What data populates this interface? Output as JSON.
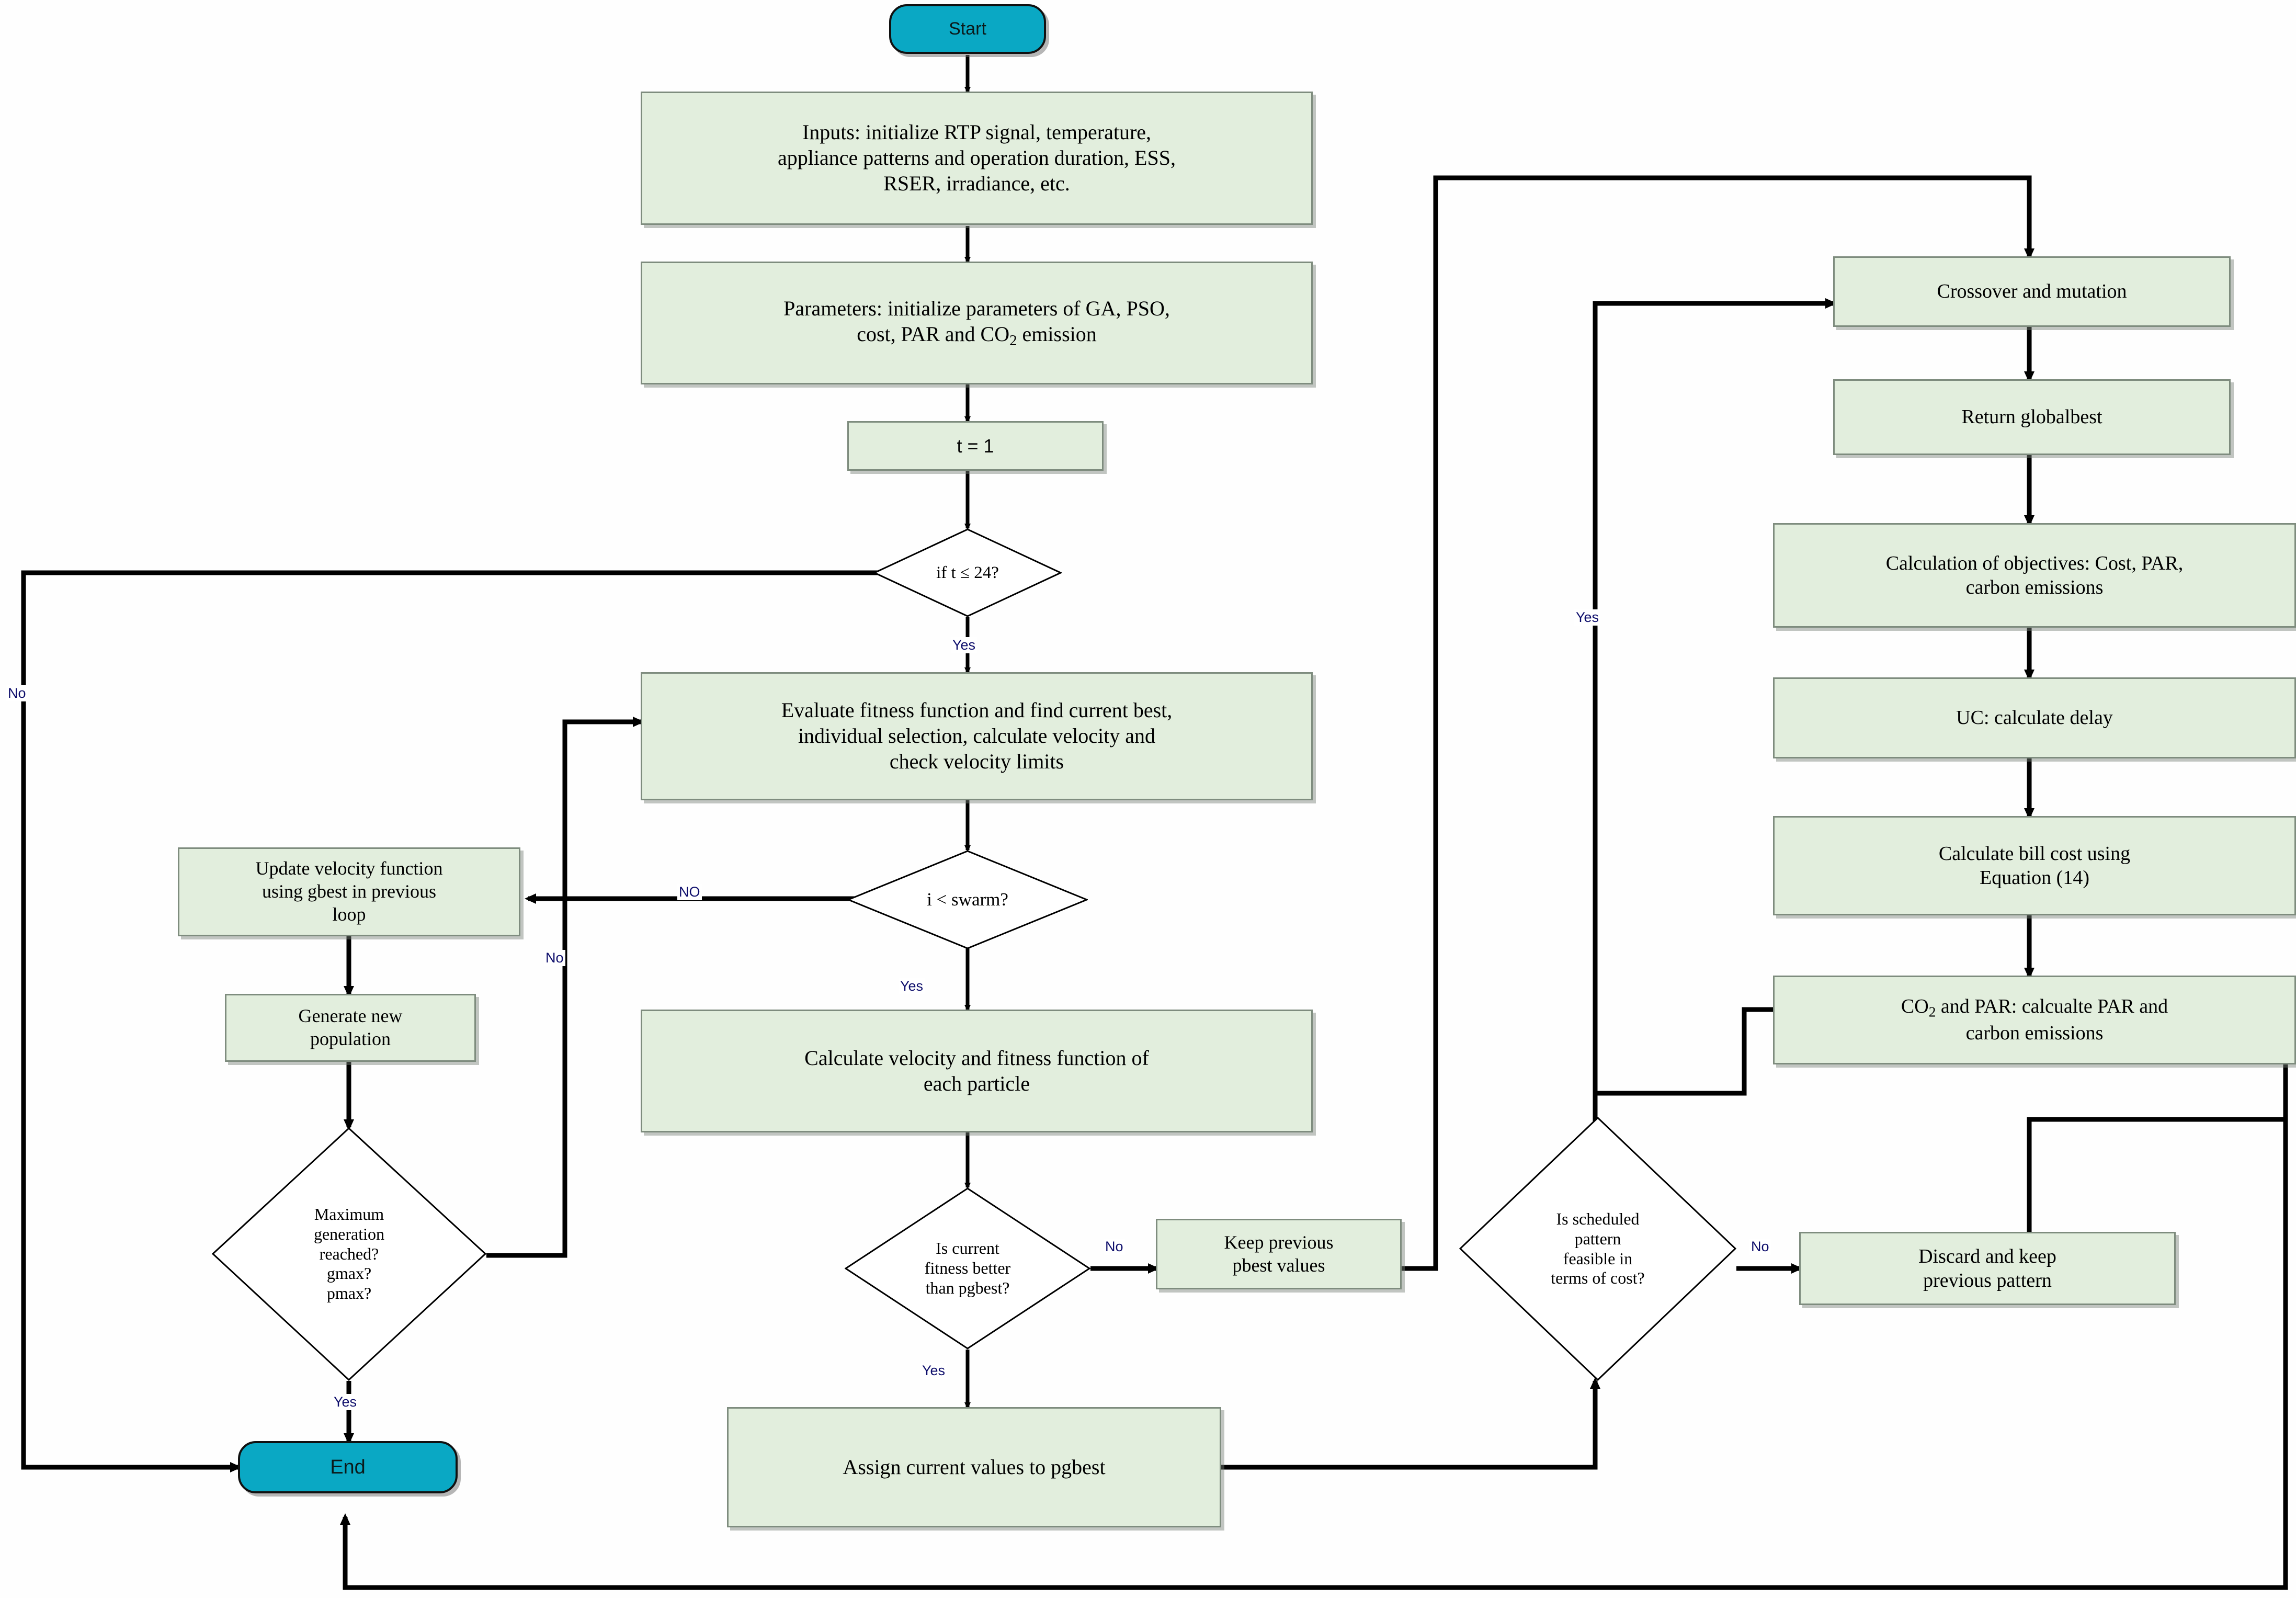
{
  "diagram": {
    "title": "Hybrid GA-PSO home energy management scheduling flowchart",
    "colors": {
      "process_fill": "#e2eedd",
      "process_border": "#7e8c7e",
      "terminator_fill": "#0aa8c4",
      "terminator_border": "#111111",
      "edge_label": "#0d0d6b",
      "line": "#000000",
      "background": "#ffffff"
    }
  },
  "nodes": {
    "start": {
      "label": "Start",
      "shape": "terminator"
    },
    "inputs": {
      "line1": "Inputs: initialize RTP signal, temperature,",
      "line2": "appliance patterns and operation duration, ESS,",
      "line3": "RSER, irradiance, etc.",
      "shape": "process"
    },
    "parameters": {
      "line1": "Parameters: initialize parameters of GA, PSO,",
      "line2_a": "cost, PAR and CO",
      "line2_sub": "2",
      "line2_b": " emission",
      "shape": "process"
    },
    "t_init": {
      "label": "t = 1",
      "shape": "process"
    },
    "if_t": {
      "label": "if t ≤ 24?",
      "shape": "decision"
    },
    "evaluate": {
      "line1": "Evaluate fitness function and find current best,",
      "line2": "individual selection, calculate velocity and",
      "line3": "check velocity limits",
      "shape": "process"
    },
    "i_swarm": {
      "label": "i < swarm?",
      "shape": "decision"
    },
    "update_velocity": {
      "line1": "Update velocity function",
      "line2": "using gbest in previous",
      "line3": "loop",
      "shape": "process"
    },
    "generate_pop": {
      "line1": "Generate new",
      "line2": "population",
      "shape": "process"
    },
    "max_gen": {
      "line1": "Maximum",
      "line2": "generation",
      "line3": "reached?",
      "line4": "gmax?",
      "line5": "pmax?",
      "shape": "decision"
    },
    "end": {
      "label": "End",
      "shape": "terminator"
    },
    "calc_velocity": {
      "line1": "Calculate velocity and fitness function of",
      "line2": "each particle",
      "shape": "process"
    },
    "fitness_better": {
      "line1": "Is current",
      "line2": "fitness better",
      "line3": "than pgbest?",
      "shape": "decision"
    },
    "keep_pbest": {
      "line1": "Keep previous",
      "line2": "pbest values",
      "shape": "process"
    },
    "assign_pgbest": {
      "label": "Assign current values to pgbest",
      "shape": "process"
    },
    "crossover": {
      "label": "Crossover and mutation",
      "shape": "process"
    },
    "return_global": {
      "label": "Return globalbest",
      "shape": "process"
    },
    "calc_objectives": {
      "line1": "Calculation of objectives: Cost, PAR,",
      "line2": "carbon emissions",
      "shape": "process"
    },
    "uc_delay": {
      "label": "UC: calculate delay",
      "shape": "process"
    },
    "bill_cost": {
      "line1": "Calculate bill cost using",
      "line2": "Equation (14)",
      "shape": "process"
    },
    "co2_par": {
      "line1_a": "CO",
      "line1_sub": "2",
      "line1_b": " and PAR: calcualte PAR and",
      "line2": "carbon emissions",
      "shape": "process"
    },
    "feasible": {
      "line1": "Is scheduled",
      "line2": "pattern",
      "line3": "feasible in",
      "line4": "terms of cost?",
      "shape": "decision"
    },
    "discard": {
      "line1": "Discard and keep",
      "line2": "previous pattern",
      "shape": "process"
    }
  },
  "edge_labels": {
    "if_t_yes": "Yes",
    "if_t_no": "No",
    "i_swarm_no": "NO",
    "i_swarm_yes": "Yes",
    "max_gen_no": "No",
    "max_gen_yes": "Yes",
    "fitness_no": "No",
    "fitness_yes": "Yes",
    "feasible_no": "No",
    "feasible_yes": "Yes"
  }
}
